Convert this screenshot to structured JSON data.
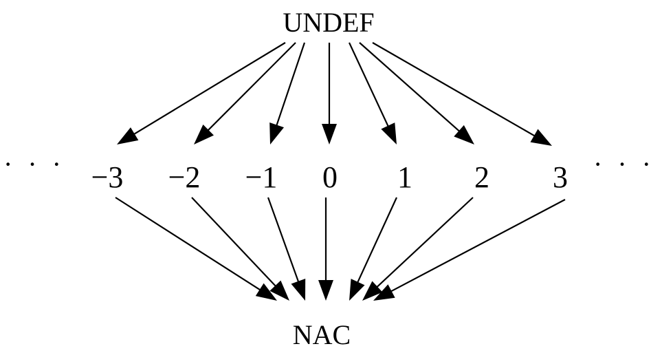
{
  "diagram": {
    "top_label": "UNDEF",
    "bottom_label": "NAC",
    "middle_values": [
      "−3",
      "−2",
      "−1",
      "0",
      "1",
      "2",
      "3"
    ],
    "left_ellipsis": "· · ·",
    "right_ellipsis": "· · ·"
  }
}
